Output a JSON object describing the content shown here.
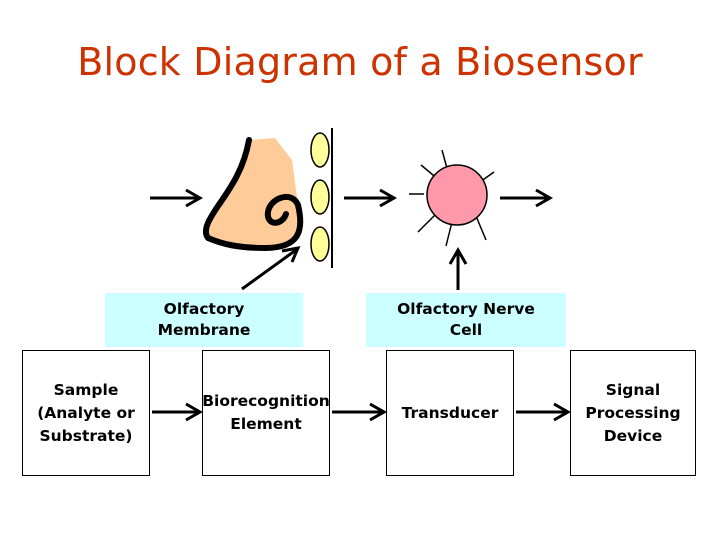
{
  "title": "Block Diagram of a Biosensor",
  "labels": {
    "olfactory_membrane": "Olfactory\nMembrane",
    "olfactory_nerve_cell": "Olfactory Nerve\nCell"
  },
  "blocks": {
    "sample": "Sample\n(Analyte or\nSubstrate)",
    "biorecognition": "Biorecognition\nElement",
    "transducer": "Transducer",
    "signal_processing": "Signal\nProcessing\nDevice"
  },
  "colors": {
    "title": "#cc3300",
    "label_fill": "#ccffff",
    "nose_fill": "#ffcc99",
    "membrane_fill": "#ffff99",
    "nerve_cell_fill": "#ff99aa"
  }
}
